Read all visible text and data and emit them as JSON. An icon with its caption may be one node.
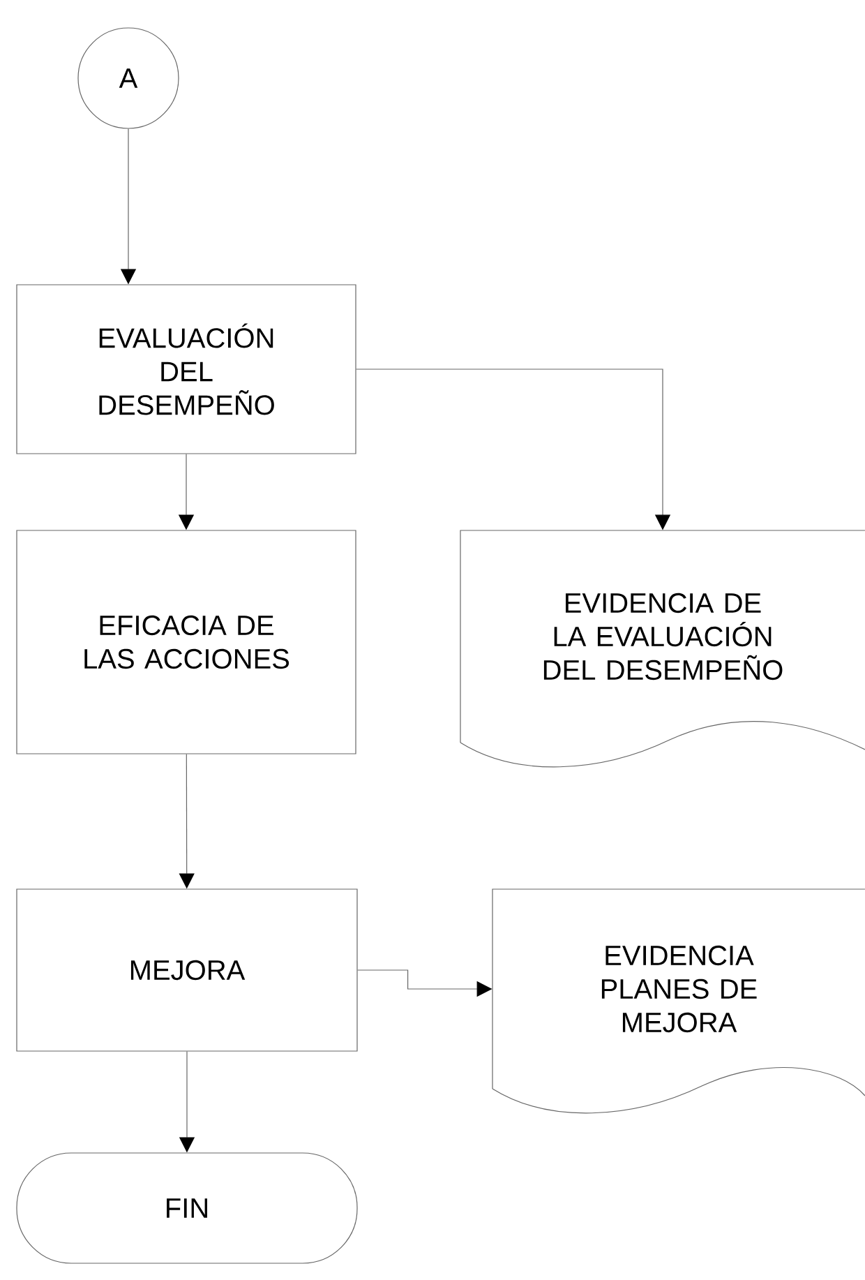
{
  "diagram": {
    "nodes": [
      {
        "text": [
          "A"
        ]
      },
      {
        "text": [
          "EVALUACIÓN DEL DESEMPEÑO"
        ]
      },
      {
        "text": [
          "EFICACIA DE LAS ACCIONES"
        ]
      },
      {
        "text": [
          "EVIDENCIA DE LA EVALUACIÓN DEL DESEMPEÑO"
        ]
      },
      {
        "text": [
          "MEJORA"
        ]
      },
      {
        "text": [
          "EVIDENCIA PLANES DE MEJORA"
        ]
      },
      {
        "text": [
          "FIN"
        ]
      }
    ],
    "edges": [
      {
        "from": 0,
        "to": 1,
        "arrow": "to"
      },
      {
        "from": 1,
        "to": 3,
        "arrow": "to"
      },
      {
        "from": 1,
        "to": 2,
        "arrow": "to"
      },
      {
        "from": 2,
        "to": 4,
        "arrow": "to"
      },
      {
        "from": 4,
        "to": 5,
        "arrow": "to"
      },
      {
        "from": 4,
        "to": 6,
        "arrow": "to"
      }
    ]
  }
}
